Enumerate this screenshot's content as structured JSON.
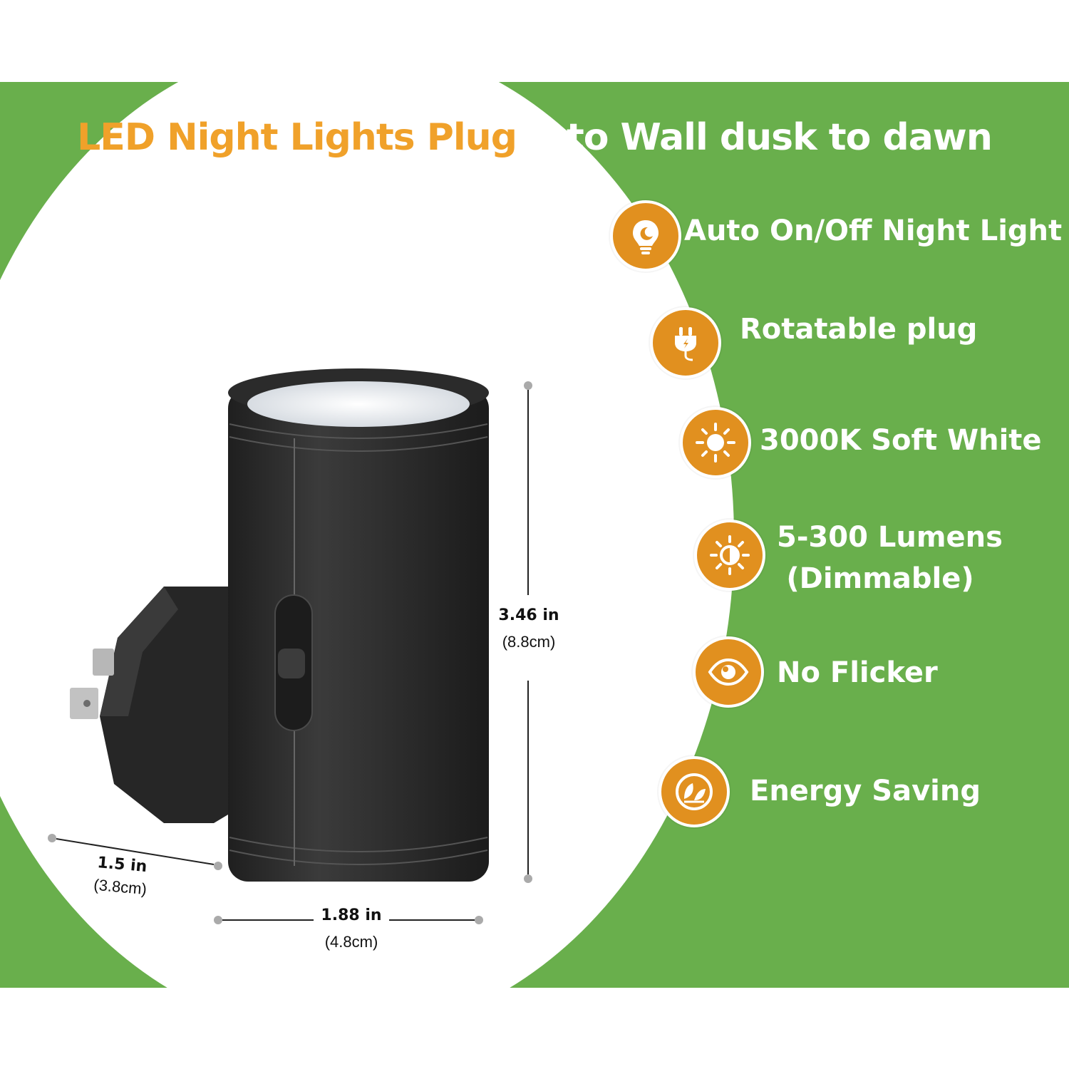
{
  "headline": {
    "part1": "LED Night Lights Plug ",
    "part2": "into Wall dusk to dawn"
  },
  "features": [
    {
      "icon": "bulb-icon",
      "label": "Auto On/Off Night Light"
    },
    {
      "icon": "plug-icon",
      "label": "Rotatable plug"
    },
    {
      "icon": "sun-icon",
      "label": "3000K Soft White"
    },
    {
      "icon": "brightness-icon",
      "label_line1": "5-300 Lumens",
      "label_line2": "(Dimmable)"
    },
    {
      "icon": "eye-icon",
      "label": "No Flicker"
    },
    {
      "icon": "leaf-icon",
      "label": "Energy Saving"
    }
  ],
  "dimensions": {
    "height": {
      "imperial": "3.46 in",
      "metric": "(8.8cm)"
    },
    "depth": {
      "imperial": "1.5 in",
      "metric": "(3.8cm)"
    },
    "width": {
      "imperial": "1.88 in",
      "metric": "(4.8cm)"
    }
  },
  "colors": {
    "green_background": "#69af4c",
    "accent_orange": "#e1901f",
    "headline_orange": "#f0a12a"
  }
}
